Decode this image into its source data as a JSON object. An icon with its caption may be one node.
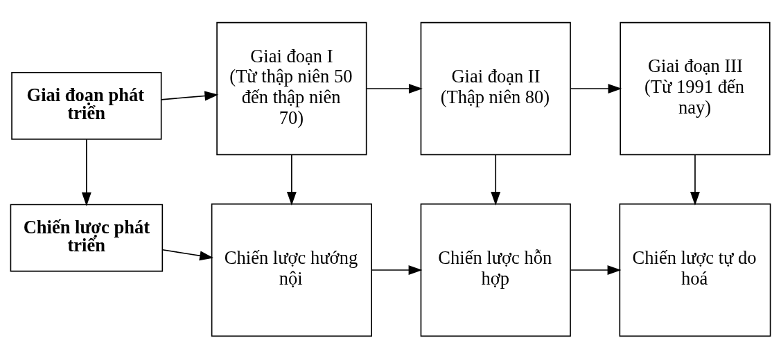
{
  "diagram": {
    "nodes": [
      {
        "text": [
          "Giai đoạn phát triển"
        ]
      },
      {
        "text": [
          "Giai đoạn I",
          "(Từ thập niên 50 đến thập niên 70)"
        ]
      },
      {
        "text": [
          "Giai đoạn II",
          "(Thập niên 80)"
        ]
      },
      {
        "text": [
          "Giai đoạn III",
          "(Từ 1991 đến nay)"
        ]
      },
      {
        "text": [
          "Chiến lược phát triển"
        ]
      },
      {
        "text": [
          "Chiến lược hướng nội"
        ]
      },
      {
        "text": [
          "Chiến lược hỗn hợp"
        ]
      },
      {
        "text": [
          "Chiến lược tự do hoá"
        ]
      }
    ],
    "edges": [
      {
        "from": 0,
        "to": 1,
        "arrow": "to"
      },
      {
        "from": 1,
        "to": 2,
        "arrow": "to"
      },
      {
        "from": 2,
        "to": 3,
        "arrow": "to"
      },
      {
        "from": 0,
        "to": 4,
        "arrow": "to"
      },
      {
        "from": 1,
        "to": 5,
        "arrow": "to"
      },
      {
        "from": 2,
        "to": 6,
        "arrow": "to"
      },
      {
        "from": 3,
        "to": 7,
        "arrow": "to"
      },
      {
        "from": 4,
        "to": 5,
        "arrow": "to"
      },
      {
        "from": 5,
        "to": 6,
        "arrow": "to"
      },
      {
        "from": 6,
        "to": 7,
        "arrow": "to"
      }
    ]
  }
}
